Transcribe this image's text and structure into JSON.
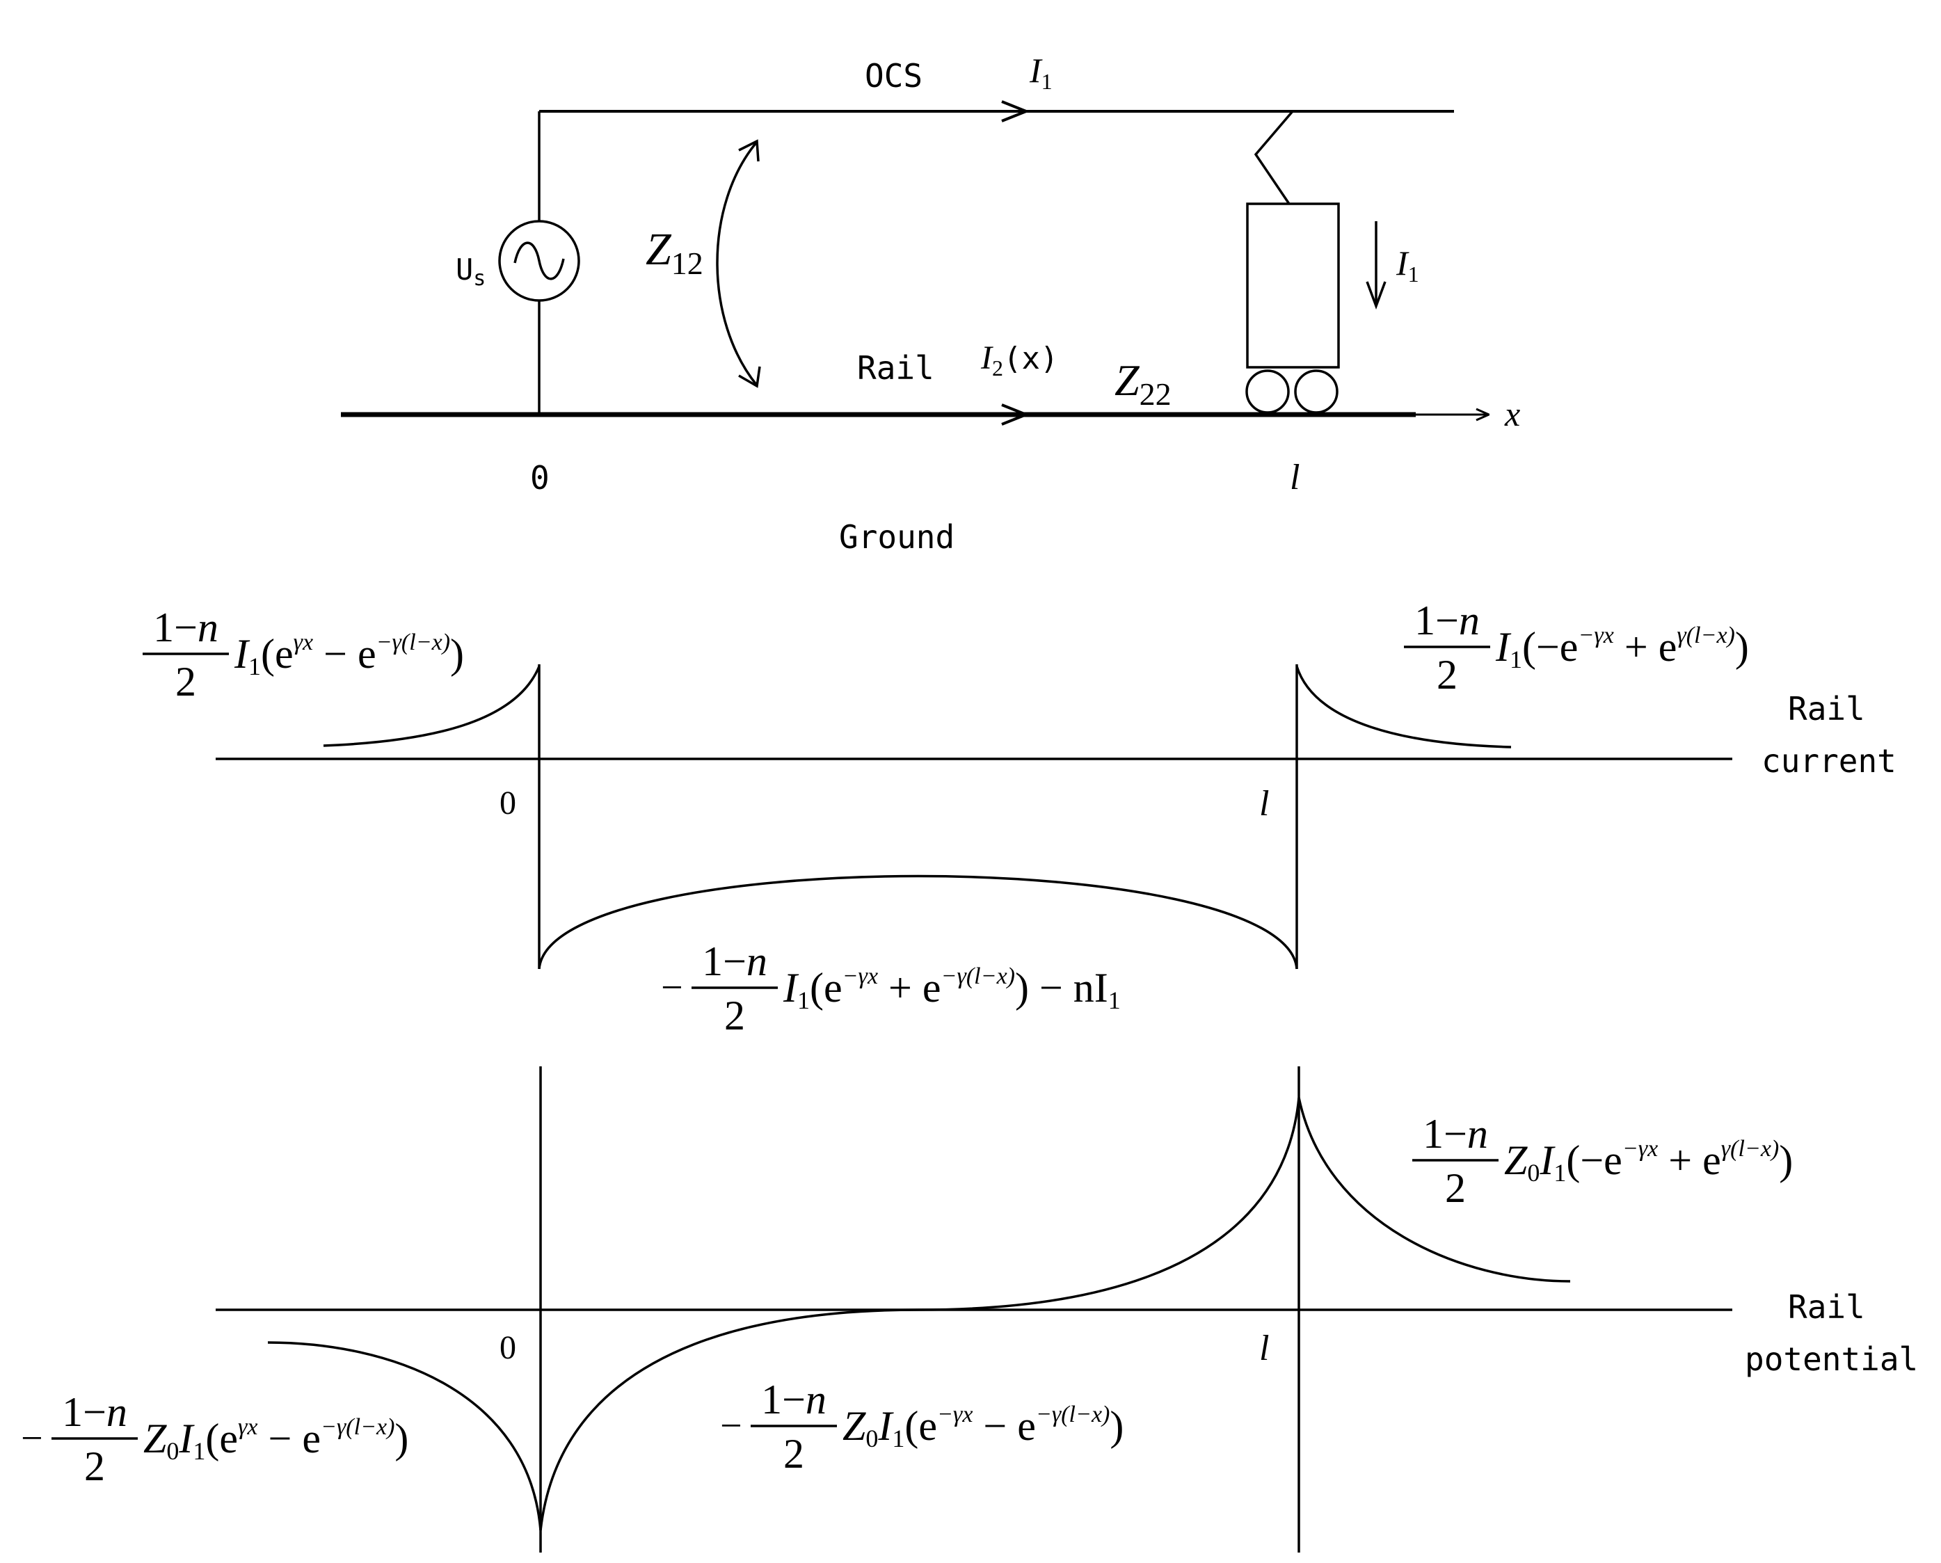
{
  "circuit": {
    "ocs_label": "OCS",
    "ocs_current": {
      "main": "I",
      "sub": "1"
    },
    "source_label": {
      "main": "U",
      "sub": "s"
    },
    "mutual_impedance": {
      "main": "Z",
      "sub": "12"
    },
    "train_current": {
      "main": "I",
      "sub": "1"
    },
    "rail_label": "Rail",
    "rail_current": {
      "main": "I",
      "sub": "2",
      "arg": "(x)"
    },
    "rail_impedance": {
      "main": "Z",
      "sub": "22"
    },
    "axis_var": "x",
    "origin_label": "0",
    "length_label": "l",
    "ground_label": "Ground"
  },
  "rail_current_plot": {
    "label_line1": "Rail",
    "label_line2": "current",
    "origin_label": "0",
    "length_label": "l",
    "formula_left": "−n over 2: (1−n)/2 · I₁(e^{γx} − e^{−γ(l−x)})",
    "formulas": {
      "left": {
        "num": "1−n",
        "den": "2",
        "body": "I",
        "body_sub": "1",
        "tail": "(e",
        "exp1": "γx",
        "mid": " − e",
        "exp2": "−γ(l−x)",
        "close": ")"
      },
      "right": {
        "num": "1−n",
        "den": "2",
        "body": "I",
        "body_sub": "1",
        "tail": "(−e",
        "exp1": "−γx",
        "mid": " + e",
        "exp2": "γ(l−x)",
        "close": ")"
      },
      "middle": {
        "sign": "−",
        "num": "1−n",
        "den": "2",
        "body": "I",
        "body_sub": "1",
        "tail": "(e",
        "exp1": "−γx",
        "mid": " + e",
        "exp2": "−γ(l−x)",
        "close": ") − nI",
        "close_sub": "1"
      }
    }
  },
  "rail_potential_plot": {
    "label_line1": "Rail",
    "label_line2": "potential",
    "origin_label": "0",
    "length_label": "l",
    "formulas": {
      "right": {
        "num": "1−n",
        "den": "2",
        "body": "Z",
        "body_sub": "0",
        "body2": "I",
        "body2_sub": "1",
        "tail": "(−e",
        "exp1": "−γx",
        "mid": " + e",
        "exp2": "γ(l−x)",
        "close": ")"
      },
      "middle": {
        "sign": "−",
        "num": "1−n",
        "den": "2",
        "body": "Z",
        "body_sub": "0",
        "body2": "I",
        "body2_sub": "1",
        "tail": "(e",
        "exp1": "−γx",
        "mid": " − e",
        "exp2": "−γ(l−x)",
        "close": ")"
      },
      "left": {
        "sign": "−",
        "num": "1−n",
        "den": "2",
        "body": "Z",
        "body_sub": "0",
        "body2": "I",
        "body2_sub": "1",
        "tail": "(e",
        "exp1": "γx",
        "mid": " − e",
        "exp2": "−γ(l−x)",
        "close": ")"
      }
    }
  }
}
